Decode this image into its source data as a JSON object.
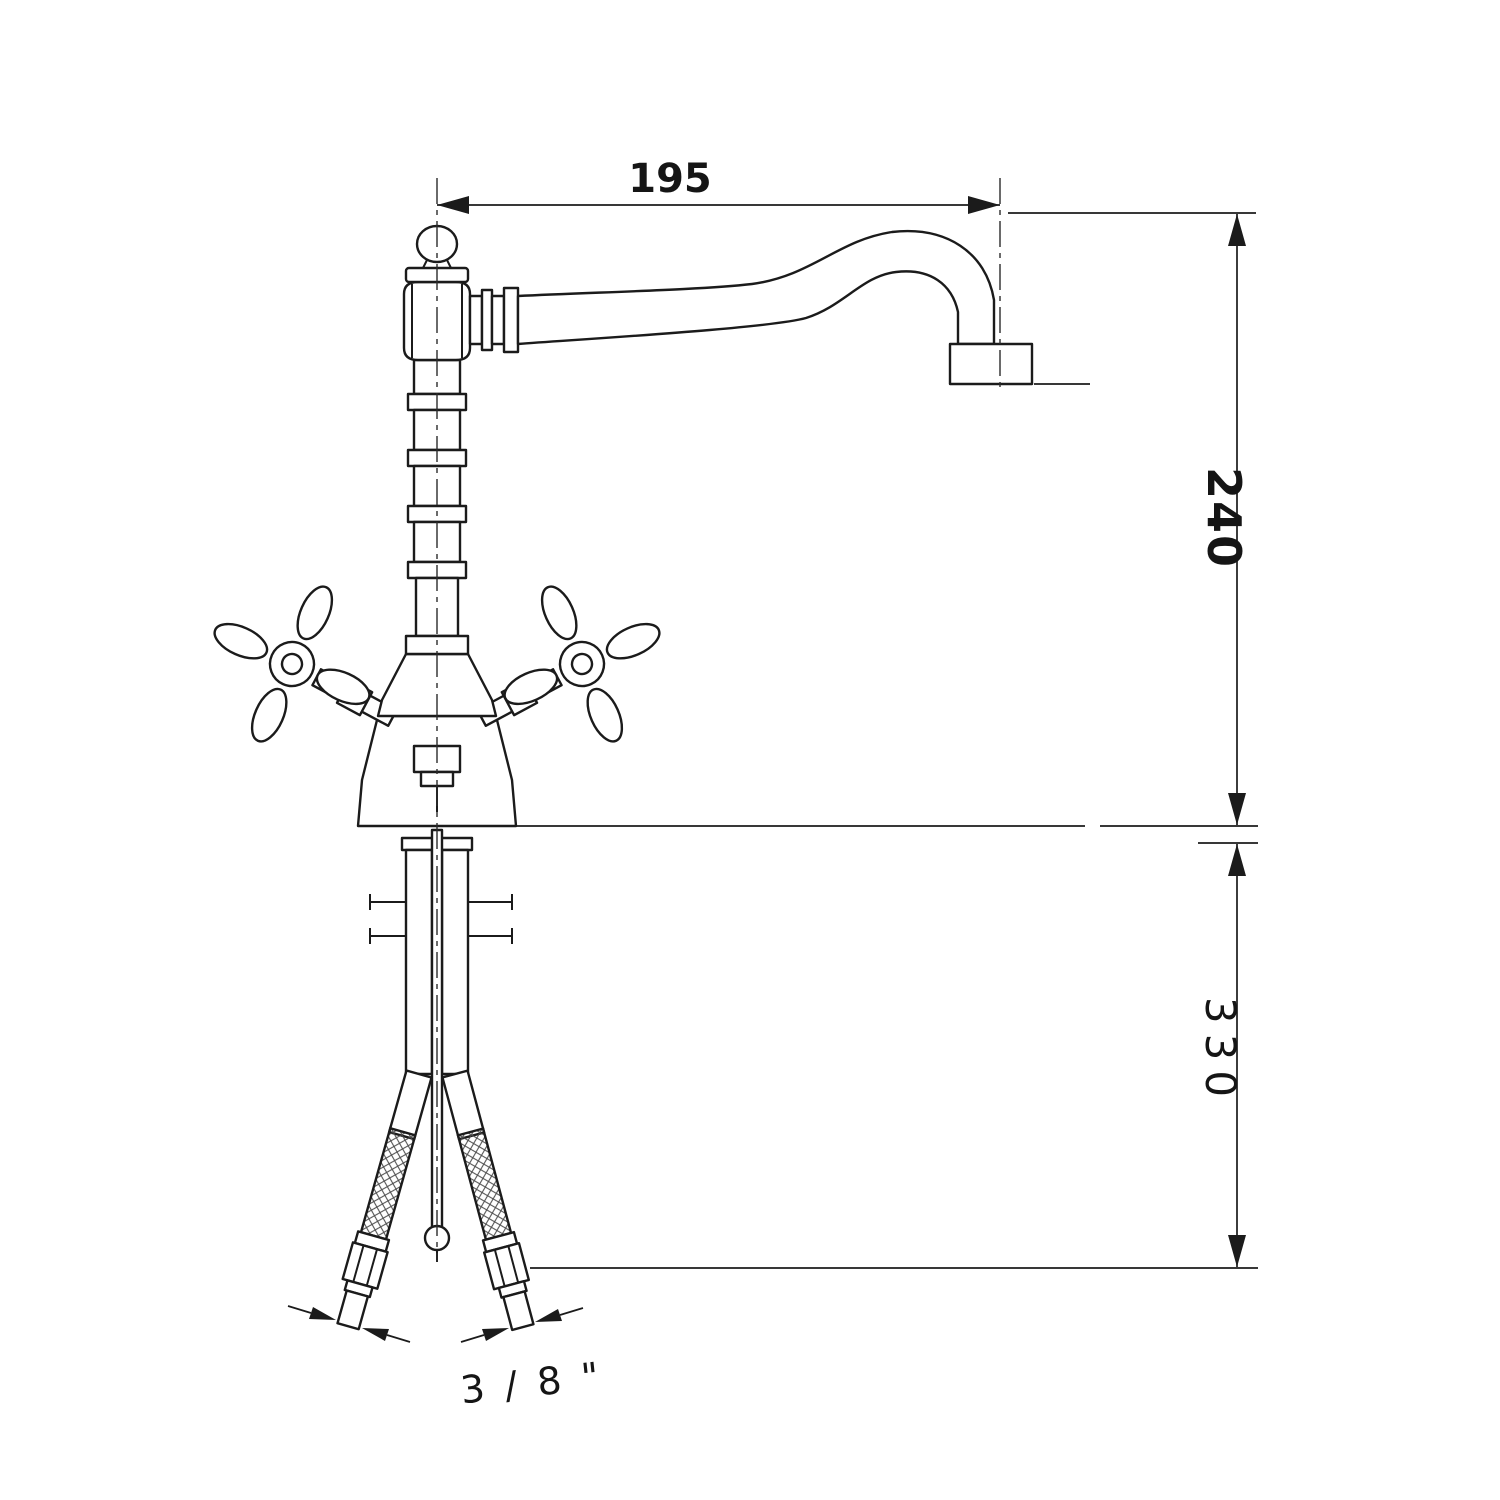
{
  "page": {
    "background": "#ffffff",
    "line_color": "#1b1b1b"
  },
  "dimensions": {
    "spout_reach": "195",
    "height_above_deck": "240",
    "depth_below_deck": "330",
    "connection_thread": "3 / 8 \""
  }
}
